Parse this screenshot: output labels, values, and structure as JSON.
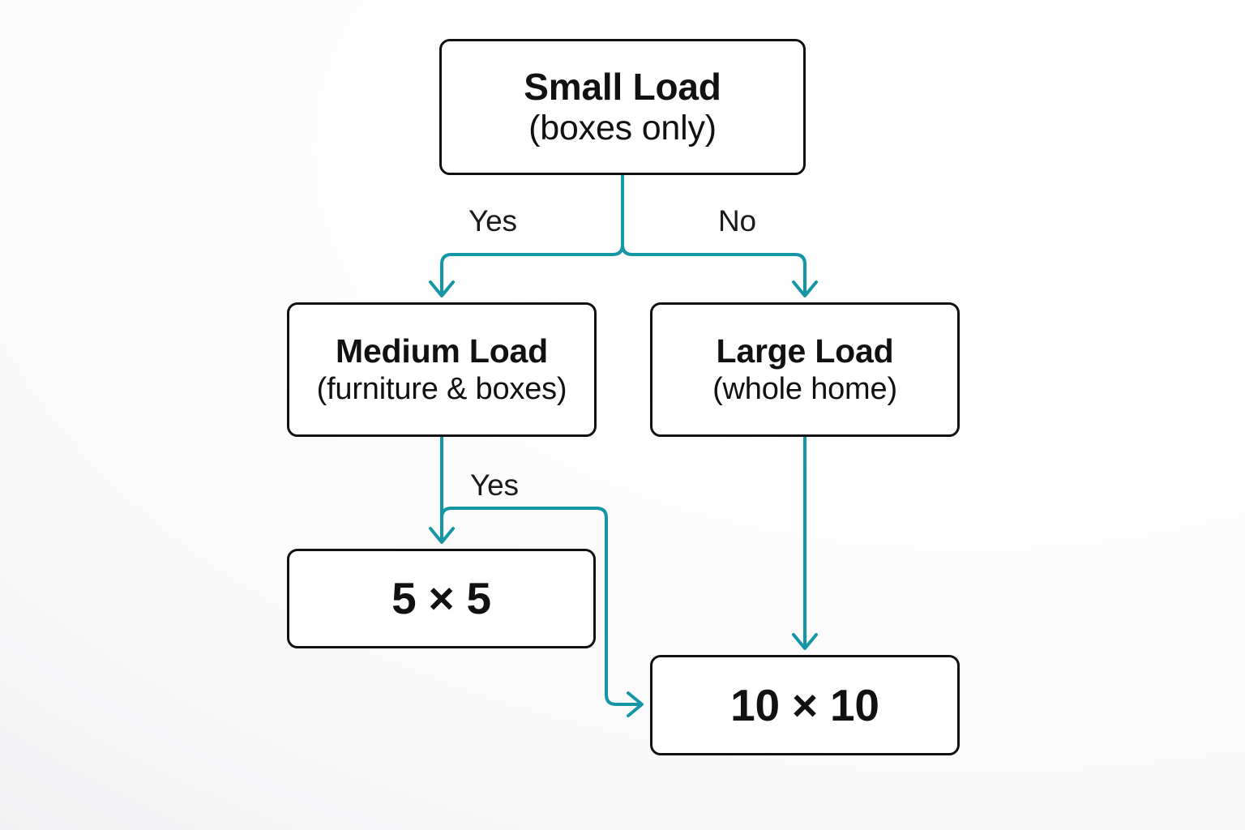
{
  "diagram": {
    "type": "decision-flowchart",
    "accent_color": "#1596a6",
    "node_border_color": "#111111",
    "node_fill_color": "#ffffff",
    "background_color": "#f7f7f8",
    "nodes": [
      {
        "id": "small-load",
        "title": "Small Load",
        "subtitle": "(boxes only)"
      },
      {
        "id": "medium-load",
        "title": "Medium Load",
        "subtitle": "(furniture & boxes)"
      },
      {
        "id": "large-load",
        "title": "Large Load",
        "subtitle": "(whole home)"
      },
      {
        "id": "result-5x5",
        "title": "5 × 5"
      },
      {
        "id": "result-10x10",
        "title": "10 × 10"
      }
    ],
    "edge_labels": {
      "small_yes": "Yes",
      "small_no": "No",
      "medium_yes": "Yes"
    }
  }
}
